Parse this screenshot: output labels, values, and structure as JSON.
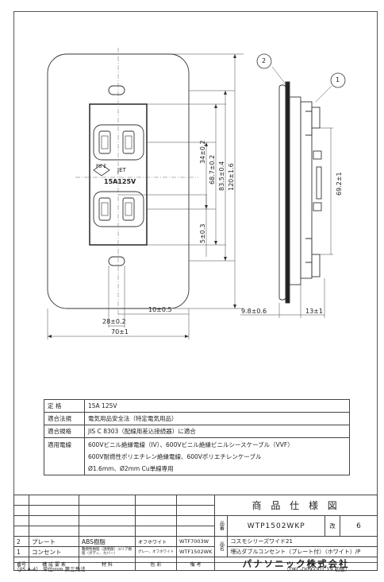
{
  "drawing": {
    "dims": {
      "d1": "34±0.2",
      "d2": "68.7±0.2",
      "d3": "83.5±0.4",
      "d4": "120±1.6",
      "d5": "5±0.3",
      "d6": "10±0.5",
      "d7": "28±0.2",
      "d8": "70±1",
      "d9": "69.2±1",
      "d10": "9.8±0.6",
      "d11": "13±1"
    },
    "marking": {
      "pse": "PS E",
      "jet": "JET",
      "rating": "15A125V"
    },
    "callouts": [
      "2",
      "1"
    ]
  },
  "spec": {
    "rows": [
      {
        "label": "定 格",
        "value": "15A 125V"
      },
      {
        "label": "適合法規",
        "value": "電気用品安全法（特定電気用品）"
      },
      {
        "label": "適合規格",
        "value": "JIS C 8303（配線用差込接続器）に適合"
      },
      {
        "label": "適用電線",
        "lines": [
          "600Vビニル絶縁電線（IV）、600Vビニル絶縁ビニルシースケーブル（VVF）",
          "600V耐燃性ポリエチレン絶縁電線、600Vポリエチレンケーブル",
          "Ø1.6mm、Ø2mm Cu単線専用"
        ]
      }
    ]
  },
  "titleblock": {
    "heading": "商 品 仕 様 図",
    "model": "WTP1502WKP",
    "rev_label": "改",
    "rev_value": "6",
    "name_label": "品名",
    "name_line1": "コスモシリーズワイド21",
    "name_line2": "埋込ダブルコンセント（プレート付）（ホワイト）/P",
    "company": "パナソニック株式会社",
    "parts": [
      {
        "no": "2",
        "name": "プレート",
        "material": "ABS樹脂",
        "color": "オフホワイト",
        "remark": "WTF7003W"
      },
      {
        "no": "1",
        "name": "コンセント",
        "material": "難燃性樹脂（透明部）ユリア樹脂（ボディ、カバー）",
        "color": "グレー、オフホワイト",
        "remark": "WTF1502WK"
      }
    ],
    "headers": {
      "no": "番号",
      "name": "構 成 要 素",
      "material": "材 料",
      "color": "色 彩",
      "remark": "備 考"
    },
    "name_vert": "品名",
    "model_vert": "品番"
  },
  "footer": {
    "left": "（JIS A-4） 単位mm 第三角法",
    "right": "（DKC-D09-D01.19.初版）"
  }
}
